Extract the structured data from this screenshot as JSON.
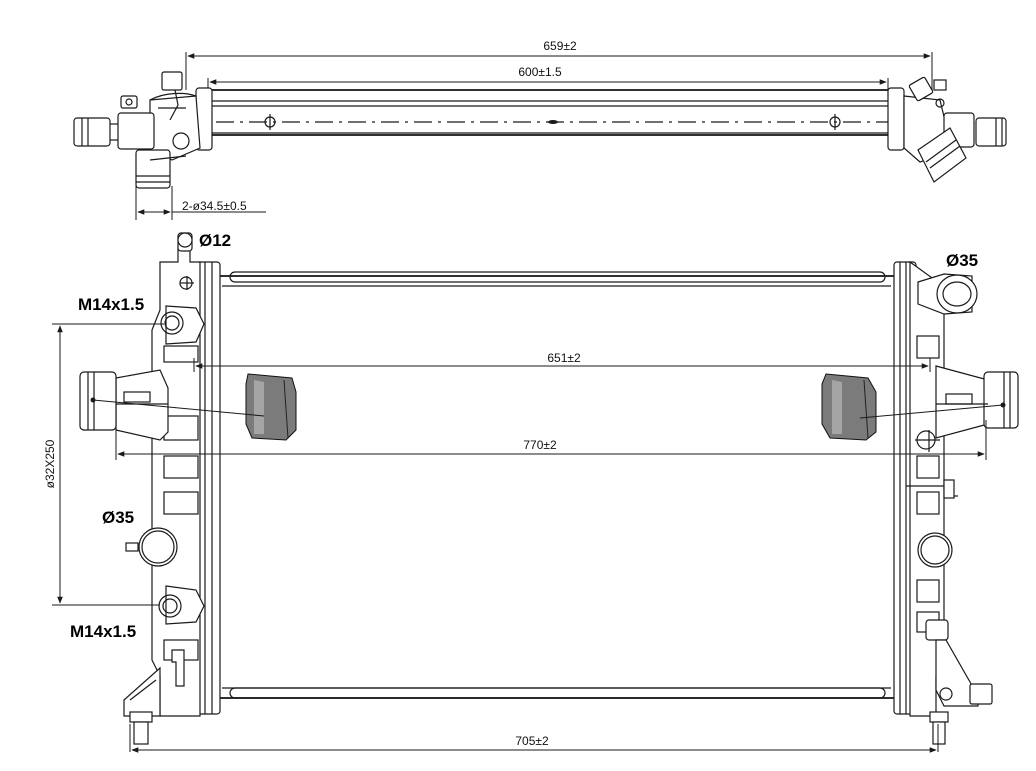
{
  "dimensions": {
    "overall_top_width": "659±2",
    "inner_tube_width": "600±1.5",
    "pipe_diameter": "2-ø34.5±0.5",
    "side_mount_width": "651±2",
    "overall_width": "770±2",
    "bottom_width": "705±2",
    "vertical_dimension": "ø32X250"
  },
  "callouts": {
    "vent_diameter": "Ø12",
    "thread_upper": "M14x1.5",
    "port_left": "Ø35",
    "thread_lower": "M14x1.5",
    "port_right": "Ø35"
  },
  "colors": {
    "line": "#1a1a1a",
    "rubber_pad": "#7b7b7b",
    "background": "#ffffff"
  }
}
